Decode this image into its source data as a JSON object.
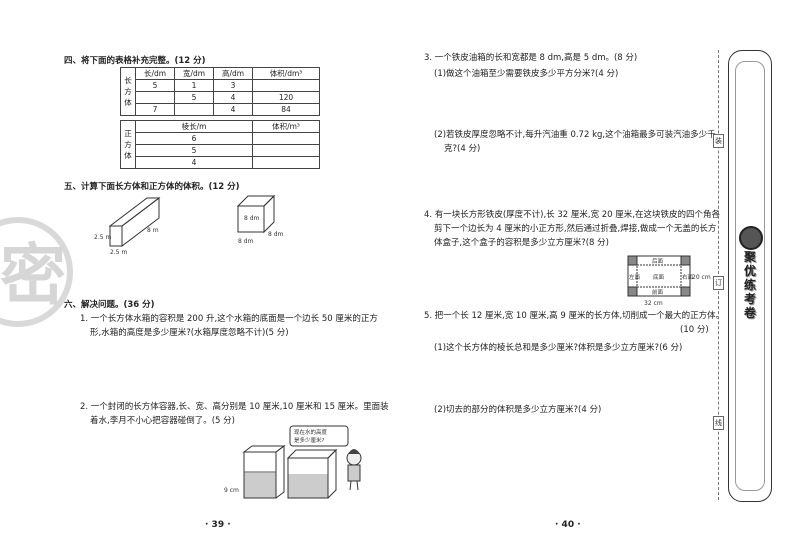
{
  "left": {
    "s4_title": "四、将下面的表格补充完整。(12 分)",
    "table1": {
      "row_label": [
        "长",
        "方",
        "体"
      ],
      "headers": [
        "长/dm",
        "宽/dm",
        "高/dm",
        "体积/dm³"
      ],
      "rows": [
        [
          "5",
          "1",
          "3",
          ""
        ],
        [
          "",
          "5",
          "4",
          "120"
        ],
        [
          "7",
          "",
          "4",
          "84"
        ]
      ]
    },
    "table2": {
      "row_label": [
        "正",
        "方",
        "体"
      ],
      "headers": [
        "棱长/m",
        "体积/m³"
      ],
      "rows": [
        [
          "6",
          ""
        ],
        [
          "5",
          ""
        ],
        [
          "4",
          ""
        ]
      ]
    },
    "s5_title": "五、计算下面长方体和正方体的体积。(12 分)",
    "fig1": {
      "d1": "8 m",
      "d2": "2.5 m",
      "d3": "2.5 m"
    },
    "fig2": {
      "d1": "8 dm",
      "d2": "8 dm",
      "d3": "8 dm"
    },
    "s6_title": "六、解决问题。(36 分)",
    "q1": [
      "1. 一个长方体水箱的容积是 200 升,这个水箱的底面是一个边长 50 厘米的正方",
      "形,水箱的高度是多少厘米?(水箱厚度忽略不计)(5 分)"
    ],
    "q2": [
      "2. 一个封闭的长方体容器,长、宽、高分别是 10 厘米,10 厘米和 15 厘米。里面装",
      "着水,李月不小心把容器碰倒了。(5 分)"
    ],
    "bubble": [
      "现在水的高度",
      "是多少厘米?"
    ],
    "fig3_label": "9 cm",
    "page_num": "· 39 ·",
    "stamp": "密"
  },
  "right": {
    "q3": "3. 一个铁皮油箱的长和宽都是 8 dm,高是 5 dm。(8 分)",
    "q3_1": "(1)做这个油箱至少需要铁皮多少平方分米?(4 分)",
    "q3_2": [
      "(2)若铁皮厚度忽略不计,每升汽油重 0.72 kg,这个油箱最多可装汽油多少千",
      "克?(4 分)"
    ],
    "q4": [
      "4. 有一块长方形铁皮(厚度不计),长 32 厘米,宽 20 厘米,在这块铁皮的四个角各",
      "剪下一个边长为 4 厘米的小正方形,然后通过折叠,焊接,做成一个无盖的长方",
      "体盒子,这个盒子的容积是多少立方厘米?(8 分)"
    ],
    "fig4": {
      "top": "后面",
      "left": "左面",
      "center": "底面",
      "right": "右面",
      "bottom": "前面",
      "width": "32 cm",
      "height": "20 cm"
    },
    "q5": "5. 把一个长 12 厘米,宽 10 厘米,高 9 厘米的长方体,切削成一个最大的正方体。",
    "q5_score": "(10 分)",
    "q5_1": "(1)这个长方体的棱长总和是多少厘米?体积是多少立方厘米?(6 分)",
    "q5_2": "(2)切去的部分的体积是多少立方厘米?(4 分)",
    "page_num": "· 40 ·"
  },
  "binding": {
    "marks": [
      "装",
      "订",
      "线"
    ],
    "banner": "聚优练考卷"
  }
}
